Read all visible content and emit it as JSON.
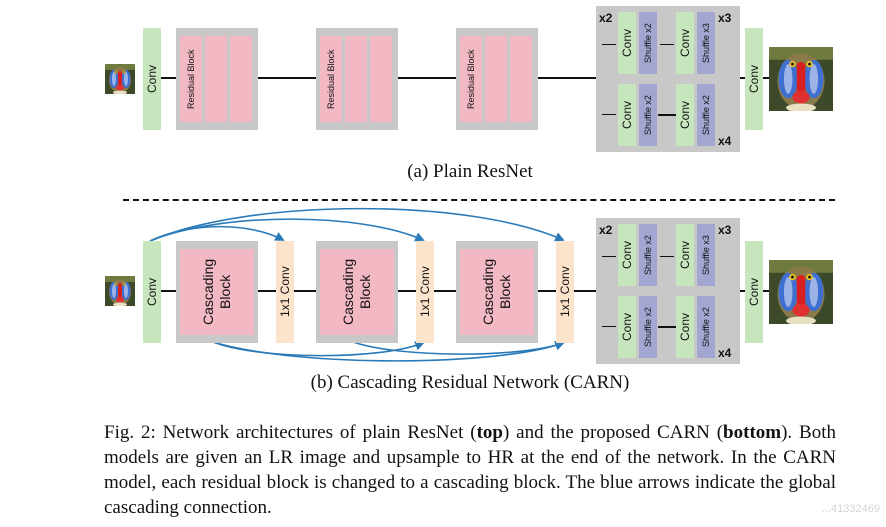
{
  "top": {
    "conv_in": "Conv",
    "residual_block_label": "Residual Block",
    "upsampler": {
      "mult_x2": "x2",
      "mult_x3": "x3",
      "mult_x4": "x4",
      "conv": "Conv",
      "shuffle_x2": "Shuffle x2",
      "shuffle_x3": "Shuffle x3"
    },
    "conv_out": "Conv",
    "caption": "(a) Plain ResNet"
  },
  "bottom": {
    "conv_in": "Conv",
    "cascading_block_label": "Cascading Block",
    "one_by_one_conv": "1x1 Conv",
    "upsampler": {
      "mult_x2": "x2",
      "mult_x3": "x3",
      "mult_x4": "x4",
      "conv": "Conv",
      "shuffle_x2": "Shuffle x2",
      "shuffle_x3": "Shuffle x3"
    },
    "conv_out": "Conv",
    "caption": "(b) Cascading Residual Network (CARN)"
  },
  "figure_caption": {
    "prefix": "Fig. 2: Network architectures of plain ResNet (",
    "top_word": "top",
    "middle": ") and the proposed CARN (",
    "bottom_word": "bottom",
    "rest": "). Both models are given an LR image and upsample to HR at the end of the network. In the CARN model, each residual block is changed to a cascading block. The blue arrows indicate the global cascading connection."
  },
  "colors": {
    "conv": "#c8e6be",
    "block_bg": "#c8c8c8",
    "block_inner": "#f2b8c3",
    "one_by_one": "#fce3cc",
    "shuffle": "#a4a6d2",
    "arrow": "#2a7ab8"
  },
  "watermark": "...41332469"
}
